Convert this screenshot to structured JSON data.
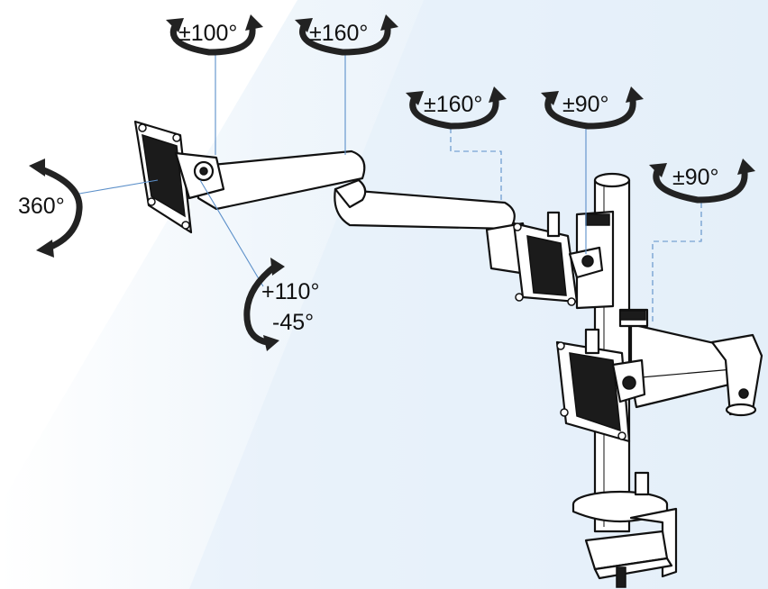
{
  "labels": {
    "top_left_tilt": "±100°",
    "top_arm_swivel": "±160°",
    "mid_arm_swivel": "±160°",
    "mid_tilt": "±90°",
    "lower_tilt": "±90°",
    "rotation": "360°",
    "pitch_up": "+110°",
    "pitch_down": "-45°"
  },
  "colors": {
    "background_light": "#ffffff",
    "background_tint": "#e6f1fa",
    "leader_line": "#5b8fc9",
    "drawing_stroke": "#111111",
    "arrow_fill": "#222222"
  }
}
